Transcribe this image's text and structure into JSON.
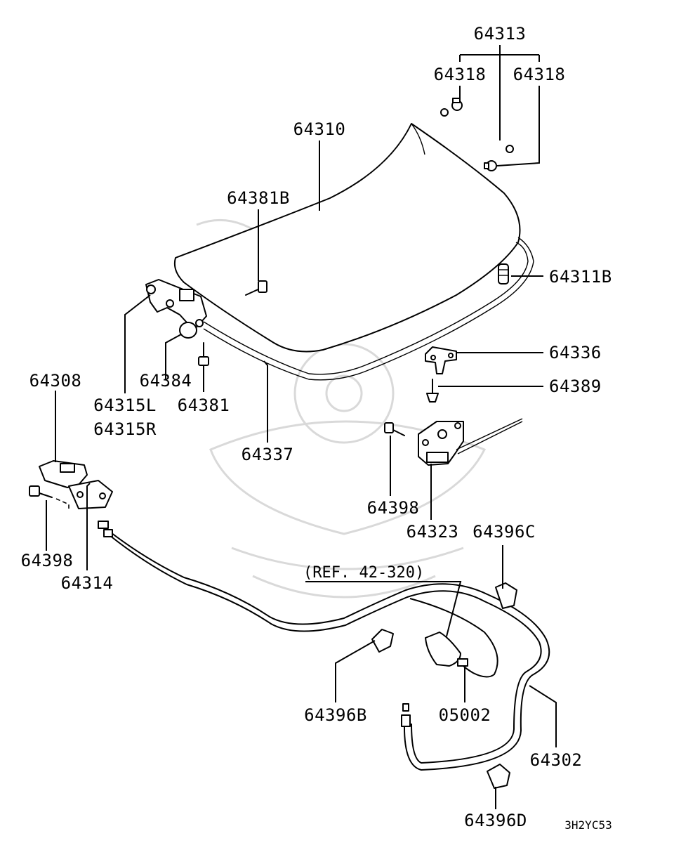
{
  "diagram": {
    "code": "3H2YC53",
    "ref_note": "(REF. 42-320)",
    "callouts": {
      "p64313": "64313",
      "p64318_left": "64318",
      "p64318_right": "64318",
      "p64310": "64310",
      "p64381B": "64381B",
      "p64311B": "64311B",
      "p64336": "64336",
      "p64389": "64389",
      "p64308": "64308",
      "p64384": "64384",
      "p64315L": "64315L",
      "p64315R": "64315R",
      "p64381": "64381",
      "p64337": "64337",
      "p64398_center": "64398",
      "p64323": "64323",
      "p64396C": "64396C",
      "p64398_left": "64398",
      "p64314": "64314",
      "p64396B": "64396B",
      "p05002": "05002",
      "p64302": "64302",
      "p64396D": "64396D"
    }
  }
}
